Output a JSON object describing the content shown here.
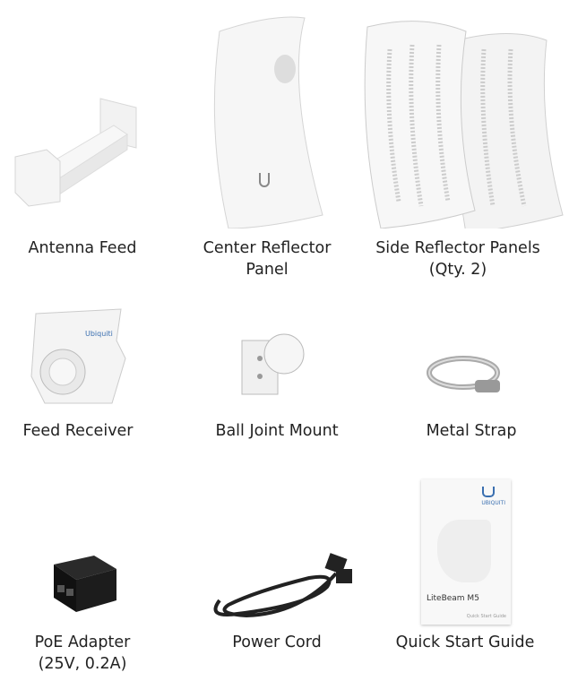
{
  "items": [
    {
      "label": "Antenna Feed",
      "icon": "antenna-feed"
    },
    {
      "label": "Center Reflector",
      "label2": "Panel",
      "icon": "center-reflector-panel"
    },
    {
      "label": "Side Reflector Panels",
      "label2": "(Qty. 2)",
      "icon": "side-reflector-panels"
    },
    {
      "label": "Feed Receiver",
      "icon": "feed-receiver"
    },
    {
      "label": "Ball Joint Mount",
      "icon": "ball-joint-mount"
    },
    {
      "label": "Metal Strap",
      "icon": "metal-strap"
    },
    {
      "label": "PoE Adapter",
      "label2": "(25V, 0.2A)",
      "icon": "poe-adapter"
    },
    {
      "label": "Power Cord",
      "icon": "power-cord"
    },
    {
      "label": "Quick Start Guide",
      "icon": "quick-start-guide"
    }
  ],
  "guide": {
    "brand": "UBIQUITI",
    "product": "LiteBeam M5",
    "subtitle": "Quick Start Guide"
  }
}
